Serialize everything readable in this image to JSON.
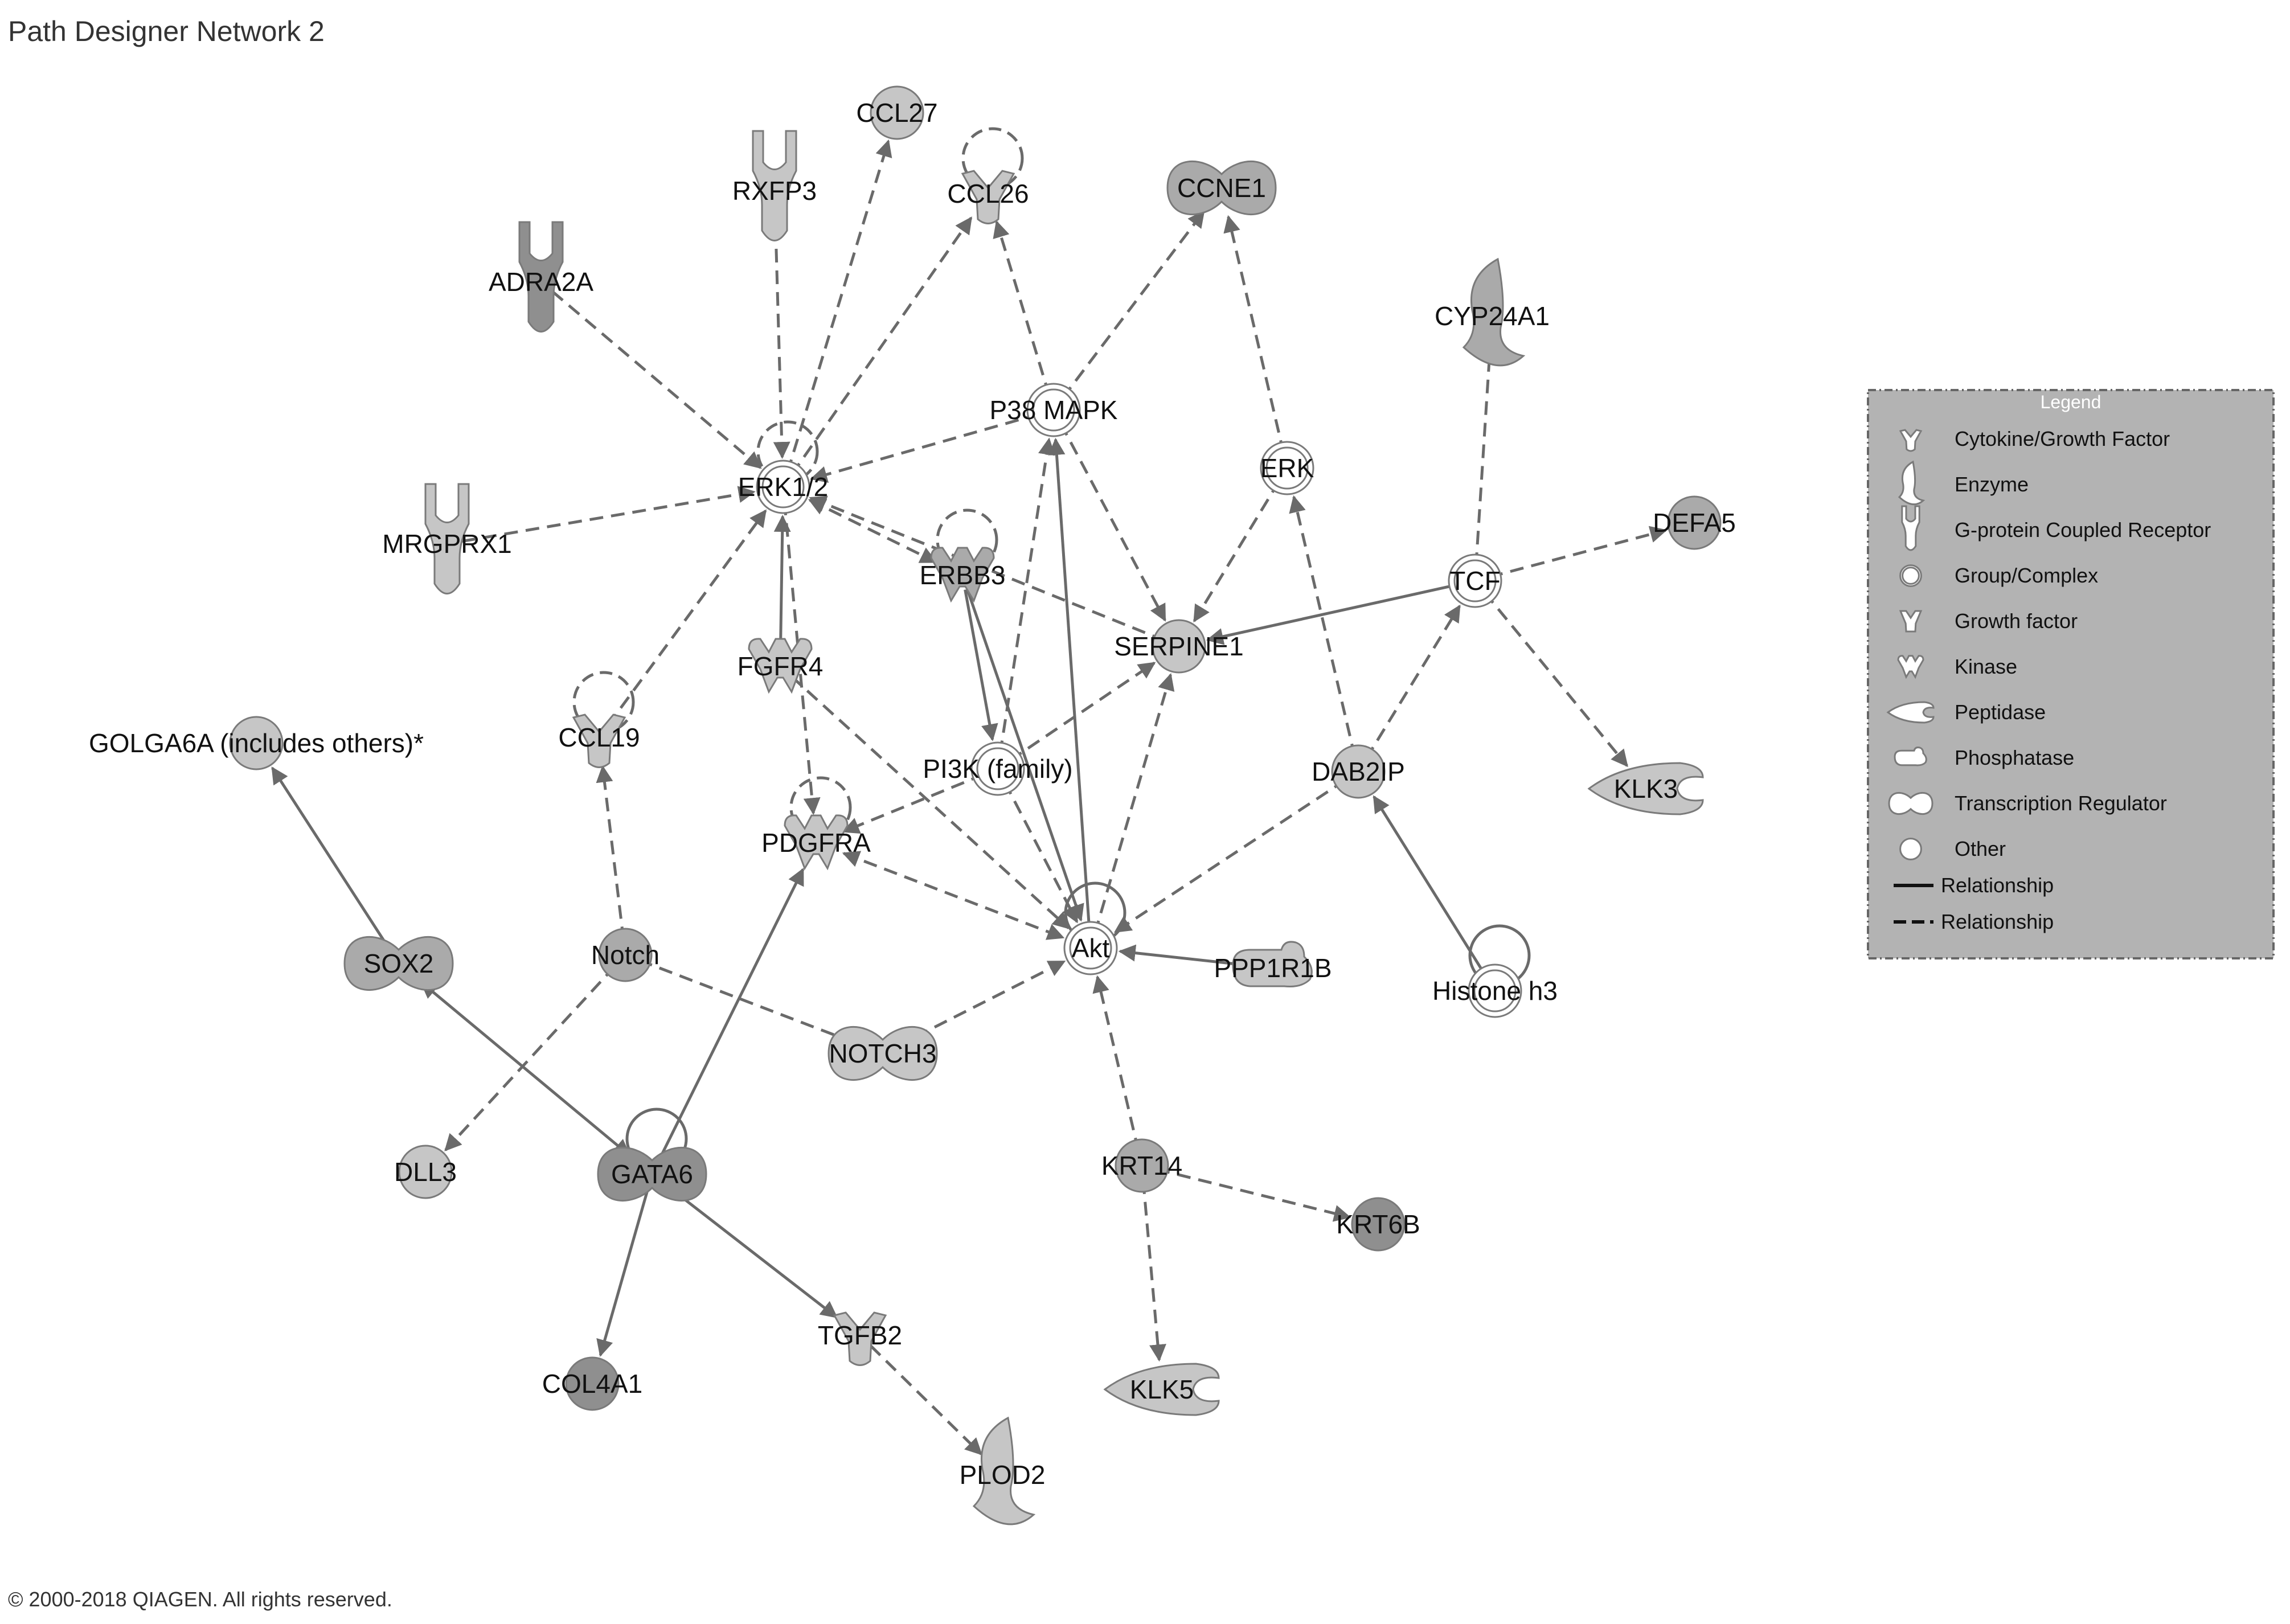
{
  "page": {
    "title": "Path Designer Network 2",
    "footer": "© 2000-2018 QIAGEN. All rights reserved."
  },
  "colors": {
    "edge": "#6a6a6a",
    "node_light": "#c6c6c6",
    "node_mid": "#aaaaaa",
    "node_dark": "#8f8f8f",
    "legend_bg": "#b3b3b3"
  },
  "nodes": [
    {
      "id": "CCL27",
      "label": "CCL27",
      "shape": "circle",
      "tone": "light"
    },
    {
      "id": "RXFP3",
      "label": "RXFP3",
      "shape": "receptor",
      "tone": "light"
    },
    {
      "id": "CCL26",
      "label": "CCL26",
      "shape": "cytokine",
      "tone": "light"
    },
    {
      "id": "CCNE1",
      "label": "CCNE1",
      "shape": "transcription",
      "tone": "mid"
    },
    {
      "id": "ADRA2A",
      "label": "ADRA2A",
      "shape": "receptor",
      "tone": "dark"
    },
    {
      "id": "CYP24A1",
      "label": "CYP24A1",
      "shape": "enzyme",
      "tone": "mid"
    },
    {
      "id": "P38MAPK",
      "label": "P38 MAPK",
      "shape": "group",
      "tone": "white"
    },
    {
      "id": "ERK12",
      "label": "ERK1/2",
      "shape": "group",
      "tone": "white"
    },
    {
      "id": "ERK",
      "label": "ERK",
      "shape": "group",
      "tone": "white"
    },
    {
      "id": "MRGPRX1",
      "label": "MRGPRX1",
      "shape": "receptor",
      "tone": "light"
    },
    {
      "id": "ERBB3",
      "label": "ERBB3",
      "shape": "kinase",
      "tone": "mid"
    },
    {
      "id": "DEFA5",
      "label": "DEFA5",
      "shape": "circle",
      "tone": "mid"
    },
    {
      "id": "TCF",
      "label": "TCF",
      "shape": "group",
      "tone": "white"
    },
    {
      "id": "SERPINE1",
      "label": "SERPINE1",
      "shape": "circle",
      "tone": "light"
    },
    {
      "id": "FGFR4",
      "label": "FGFR4",
      "shape": "kinase",
      "tone": "light"
    },
    {
      "id": "CCL19",
      "label": "CCL19",
      "shape": "cytokine",
      "tone": "light"
    },
    {
      "id": "GOLGA6A",
      "label": "GOLGA6A (includes others)*",
      "shape": "circle",
      "tone": "light"
    },
    {
      "id": "PI3K",
      "label": "PI3K (family)",
      "shape": "group",
      "tone": "white"
    },
    {
      "id": "DAB2IP",
      "label": "DAB2IP",
      "shape": "circle",
      "tone": "light"
    },
    {
      "id": "KLK3",
      "label": "KLK3",
      "shape": "peptidase",
      "tone": "light"
    },
    {
      "id": "PDGFRA",
      "label": "PDGFRA",
      "shape": "kinase",
      "tone": "light"
    },
    {
      "id": "SOX2",
      "label": "SOX2",
      "shape": "transcription",
      "tone": "mid"
    },
    {
      "id": "Notch",
      "label": "Notch",
      "shape": "circle",
      "tone": "mid"
    },
    {
      "id": "Akt",
      "label": "Akt",
      "shape": "group",
      "tone": "white"
    },
    {
      "id": "PPP1R1B",
      "label": "PPP1R1B",
      "shape": "phosphatase",
      "tone": "light"
    },
    {
      "id": "Histone",
      "label": "Histone h3",
      "shape": "group",
      "tone": "white"
    },
    {
      "id": "NOTCH3",
      "label": "NOTCH3",
      "shape": "transcription",
      "tone": "light"
    },
    {
      "id": "DLL3",
      "label": "DLL3",
      "shape": "circle",
      "tone": "light"
    },
    {
      "id": "GATA6",
      "label": "GATA6",
      "shape": "transcription",
      "tone": "dark"
    },
    {
      "id": "KRT14",
      "label": "KRT14",
      "shape": "circle",
      "tone": "mid"
    },
    {
      "id": "KRT6B",
      "label": "KRT6B",
      "shape": "circle",
      "tone": "dark"
    },
    {
      "id": "TGFB2",
      "label": "TGFB2",
      "shape": "cytokine",
      "tone": "light"
    },
    {
      "id": "COL4A1",
      "label": "COL4A1",
      "shape": "circle",
      "tone": "dark"
    },
    {
      "id": "KLK5",
      "label": "KLK5",
      "shape": "peptidase",
      "tone": "light"
    },
    {
      "id": "PLOD2",
      "label": "PLOD2",
      "shape": "enzyme",
      "tone": "light"
    }
  ],
  "edges": [
    {
      "from": "ERK12",
      "to": "CCL27",
      "style": "dashed"
    },
    {
      "from": "RXFP3",
      "to": "ERK12",
      "style": "dashed"
    },
    {
      "from": "ERK12",
      "to": "CCL26",
      "style": "dashed"
    },
    {
      "from": "P38MAPK",
      "to": "CCL26",
      "style": "dashed"
    },
    {
      "from": "P38MAPK",
      "to": "CCNE1",
      "style": "dashed"
    },
    {
      "from": "ERK",
      "to": "CCNE1",
      "style": "dashed"
    },
    {
      "from": "ADRA2A",
      "to": "ERK12",
      "style": "dashed"
    },
    {
      "from": "MRGPRX1",
      "to": "ERK12",
      "style": "dashed"
    },
    {
      "from": "P38MAPK",
      "to": "ERK12",
      "style": "dashed"
    },
    {
      "from": "ERK12",
      "to": "ERBB3",
      "style": "dashed",
      "both": true
    },
    {
      "from": "SERPINE1",
      "to": "ERK12",
      "style": "dashed"
    },
    {
      "from": "FGFR4",
      "to": "ERK12",
      "style": "solid"
    },
    {
      "from": "ERK12",
      "to": "PDGFRA",
      "style": "dashed"
    },
    {
      "from": "CCL19",
      "to": "ERK12",
      "style": "dashed"
    },
    {
      "from": "P38MAPK",
      "to": "SERPINE1",
      "style": "dashed"
    },
    {
      "from": "ERK",
      "to": "SERPINE1",
      "style": "dashed"
    },
    {
      "from": "TCF",
      "to": "SERPINE1",
      "style": "solid"
    },
    {
      "from": "TCF",
      "to": "CYP24A1",
      "style": "dashed"
    },
    {
      "from": "TCF",
      "to": "DEFA5",
      "style": "dashed"
    },
    {
      "from": "TCF",
      "to": "KLK3",
      "style": "dashed"
    },
    {
      "from": "DAB2IP",
      "to": "TCF",
      "style": "dashed"
    },
    {
      "from": "DAB2IP",
      "to": "ERK",
      "style": "dashed"
    },
    {
      "from": "ERBB3",
      "to": "PI3K",
      "style": "solid"
    },
    {
      "from": "ERBB3",
      "to": "Akt",
      "style": "solid"
    },
    {
      "from": "PI3K",
      "to": "P38MAPK",
      "style": "dashed"
    },
    {
      "from": "Akt",
      "to": "P38MAPK",
      "style": "solid"
    },
    {
      "from": "PI3K",
      "to": "SERPINE1",
      "style": "dashed"
    },
    {
      "from": "PI3K",
      "to": "PDGFRA",
      "style": "dashed"
    },
    {
      "from": "PI3K",
      "to": "Akt",
      "style": "dashed"
    },
    {
      "from": "Akt",
      "to": "SERPINE1",
      "style": "dashed"
    },
    {
      "from": "FGFR4",
      "to": "Akt",
      "style": "dashed"
    },
    {
      "from": "PDGFRA",
      "to": "Akt",
      "style": "dashed",
      "both": true
    },
    {
      "from": "DAB2IP",
      "to": "Akt",
      "style": "dashed"
    },
    {
      "from": "PPP1R1B",
      "to": "Akt",
      "style": "solid"
    },
    {
      "from": "NOTCH3",
      "to": "Akt",
      "style": "dashed"
    },
    {
      "from": "KRT14",
      "to": "Akt",
      "style": "dashed"
    },
    {
      "from": "Histone",
      "to": "DAB2IP",
      "style": "solid"
    },
    {
      "from": "Notch",
      "to": "CCL19",
      "style": "dashed"
    },
    {
      "from": "Notch",
      "to": "NOTCH3",
      "style": "dashed"
    },
    {
      "from": "Notch",
      "to": "DLL3",
      "style": "dashed"
    },
    {
      "from": "SOX2",
      "to": "GOLGA6A",
      "style": "solid"
    },
    {
      "from": "SOX2",
      "to": "GATA6",
      "style": "solid",
      "both": true
    },
    {
      "from": "GATA6",
      "to": "PDGFRA",
      "style": "solid"
    },
    {
      "from": "GATA6",
      "to": "COL4A1",
      "style": "solid"
    },
    {
      "from": "GATA6",
      "to": "TGFB2",
      "style": "solid"
    },
    {
      "from": "TGFB2",
      "to": "PLOD2",
      "style": "dashed"
    },
    {
      "from": "KRT14",
      "to": "KRT6B",
      "style": "dashed"
    },
    {
      "from": "KRT14",
      "to": "KLK5",
      "style": "dashed"
    }
  ],
  "self_loops": [
    {
      "node": "ERK12",
      "style": "dashed"
    },
    {
      "node": "CCL26",
      "style": "dashed"
    },
    {
      "node": "ERBB3",
      "style": "dashed"
    },
    {
      "node": "CCL19",
      "style": "dashed"
    },
    {
      "node": "PDGFRA",
      "style": "dashed"
    },
    {
      "node": "Akt",
      "style": "solid"
    },
    {
      "node": "GATA6",
      "style": "solid"
    },
    {
      "node": "Histone",
      "style": "solid"
    }
  ],
  "legend": {
    "title": "Legend",
    "items": [
      {
        "label": "Cytokine/Growth Factor",
        "icon": "cytokine"
      },
      {
        "label": "Enzyme",
        "icon": "enzyme"
      },
      {
        "label": "G-protein Coupled Receptor",
        "icon": "receptor"
      },
      {
        "label": "Group/Complex",
        "icon": "group"
      },
      {
        "label": "Growth factor",
        "icon": "growth"
      },
      {
        "label": "Kinase",
        "icon": "kinase"
      },
      {
        "label": "Peptidase",
        "icon": "peptidase"
      },
      {
        "label": "Phosphatase",
        "icon": "phosphatase"
      },
      {
        "label": "Transcription Regulator",
        "icon": "transcription"
      },
      {
        "label": "Other",
        "icon": "circle"
      },
      {
        "label": "Relationship",
        "icon": "solid-line"
      },
      {
        "label": "Relationship",
        "icon": "dashed-line"
      }
    ]
  }
}
